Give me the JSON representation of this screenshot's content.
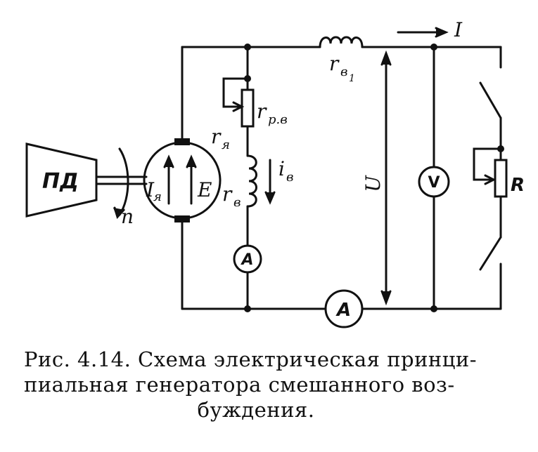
{
  "diagram": {
    "motor_label": "ПД",
    "speed_label": "n",
    "armature_resistance_label": "r",
    "armature_resistance_sub": "я",
    "armature_current_label": "I",
    "armature_current_sub": "я",
    "emf_label": "E",
    "rheostat_label": "r",
    "rheostat_sub": "р.в",
    "shunt_resistance_label": "r",
    "shunt_resistance_sub": "в",
    "shunt_current_label": "i",
    "shunt_current_sub": "в",
    "series_resistance_label": "r",
    "series_resistance_sub": "в",
    "series_resistance_index": "1",
    "ammeter_symbol": "A",
    "voltmeter_symbol": "V",
    "voltage_label": "U",
    "load_current_label": "I",
    "load_label": "R"
  },
  "caption": {
    "line1": "Рис.  4.14.  Схема  электрическая  принци-",
    "line2": "пиальная   генератора   смешанного   воз-",
    "line3": "буждения."
  }
}
